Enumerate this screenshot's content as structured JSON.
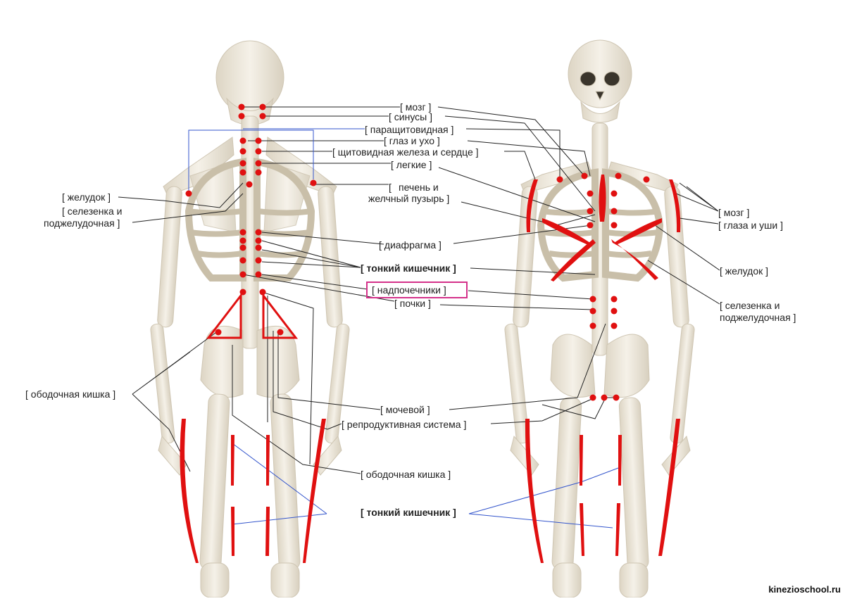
{
  "labels": {
    "brain": "[ мозг ]",
    "sinuses": "[ синусы ]",
    "parathyroid": "[ паращитовидная ]",
    "eye_ear": "[ глаз и ухо ]",
    "thyroid_heart": "[ щитовидная железа и сердце ]",
    "lungs": "[ легкие ]",
    "stomach_left": "[ желудок ]",
    "spleen_left_1": "[ селезенка и",
    "spleen_left_2": "поджелудочная ]",
    "liver_1": "печень и",
    "liver_2": "желчный пузырь ]",
    "liver_bracket": "[",
    "diaphragm": "[ диафрагма ]",
    "small_int_top": "[ тонкий кишечник ]",
    "adrenals": "[ надпочечники ]",
    "kidneys": "[ почки ]",
    "colon_left": "[ ободочная кишка ]",
    "bladder": "[ мочевой ]",
    "reproductive": "[ репродуктивная система ]",
    "colon_bottom": "[ ободочная кишка ]",
    "small_int_bottom": "[ тонкий кишечник ]",
    "brain_right": "[ мозг ]",
    "eyes_ears_right": "[ глаза и уши ]",
    "stomach_right": "[ желудок ]",
    "spleen_right_1": "[ селезенка и",
    "spleen_right_2": "поджелудочная ]"
  },
  "watermark": "kinezioschool.ru",
  "colors": {
    "point": "#e01010",
    "line": "#111111",
    "blue_line": "#3355cc",
    "highlight": "#d4318a",
    "bone": "#efe9dc"
  }
}
